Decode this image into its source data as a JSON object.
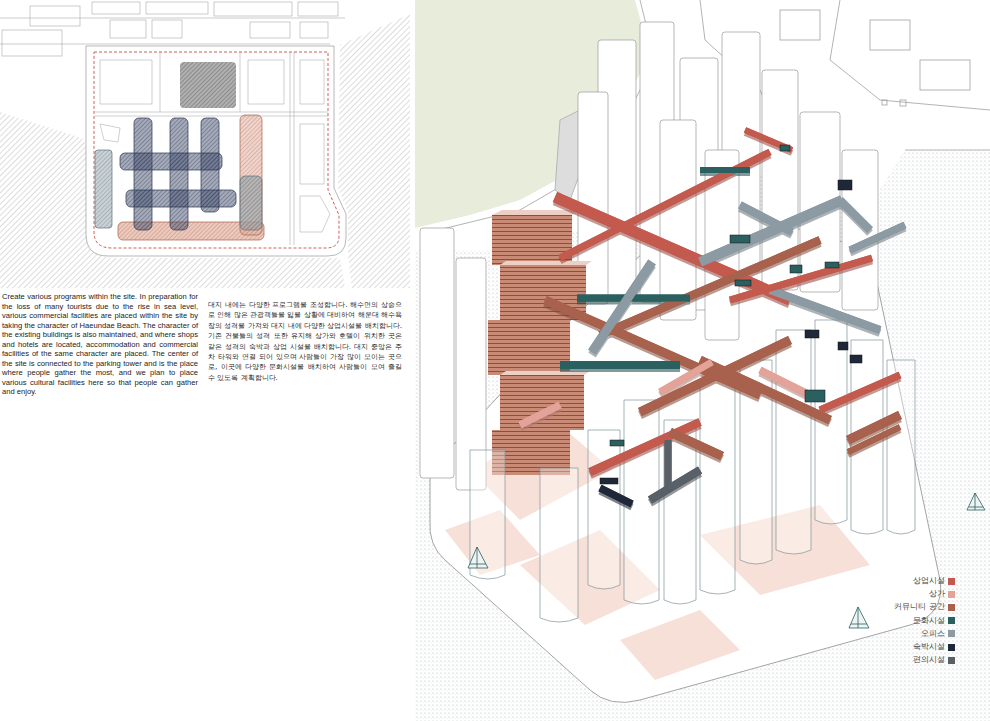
{
  "diagram": {
    "labels": [
      "Create various programs within the site. In preparation for the loss of many tourists due to the rise in sea level, various commercial facilities are placed within the site by taking the character of Haeundae Beach. The character of the existing buildings is also maintained, and where shops and hotels are located, accommodation and commercial facilities of the same character are placed. The center of the site is connected to the parking tower and is the place where people gather the most, and we plan to place various cultural facilities here so that people can gather and enjoy.",
      "대지 내에는 다양한 프로그램을 조성합니다. 해수면의 상승으로 인해 많은 관광객들을 잃을 상황에 대비하여 해운대 해수욕장의 성격을 가져와 대지 내에 다양한 상업시설을 배치합니다. 기존 건물들의 성격 또한 유지해 상가와 호텔이 위치한 곳은 같은 성격의 숙박과 상업 시설을 배치합니다. 대지 중앙은 주차 타워와 연결 되어 있으며 사람들이 가장 많이 모이는 곳으로, 이곳에 다양한 문화시설을 배치하여 사람들이 모여 즐길 수 있도록 계획합니다."
    ],
    "legend": [
      {
        "text": "상업시설",
        "color": "#c45a4e"
      },
      {
        "text": "상가",
        "color": "#e4a398"
      },
      {
        "text": "커뮤니티 공간",
        "color": "#a8614c"
      },
      {
        "text": "문화시설",
        "color": "#2b6060"
      },
      {
        "text": "오피스",
        "color": "#8c9ba3"
      },
      {
        "text": "숙박시설",
        "color": "#1e2838"
      },
      {
        "text": "편의시설",
        "color": "#5a6068"
      }
    ]
  }
}
